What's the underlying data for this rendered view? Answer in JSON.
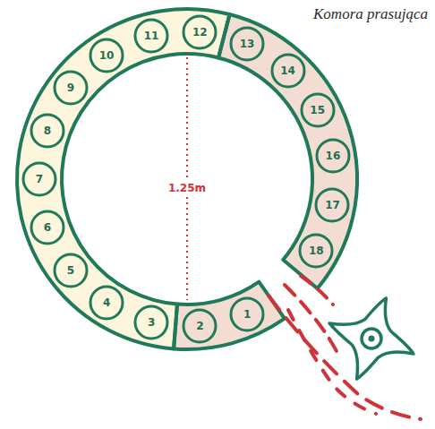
{
  "diagram": {
    "title": "Komora prasująca",
    "nodes": [
      {
        "text": [
          "1"
        ]
      },
      {
        "text": [
          "2"
        ]
      },
      {
        "text": [
          "3"
        ]
      },
      {
        "text": [
          "4"
        ]
      },
      {
        "text": [
          "5"
        ]
      },
      {
        "text": [
          "6"
        ]
      },
      {
        "text": [
          "7"
        ]
      },
      {
        "text": [
          "8"
        ]
      },
      {
        "text": [
          "9"
        ]
      },
      {
        "text": [
          "10"
        ]
      },
      {
        "text": [
          "11"
        ]
      },
      {
        "text": [
          "12"
        ]
      },
      {
        "text": [
          "13"
        ]
      },
      {
        "text": [
          "14"
        ]
      },
      {
        "text": [
          "15"
        ]
      },
      {
        "text": [
          "16"
        ]
      },
      {
        "text": [
          "17"
        ]
      },
      {
        "text": [
          "18"
        ]
      }
    ],
    "labels": [
      "1.25m"
    ]
  }
}
